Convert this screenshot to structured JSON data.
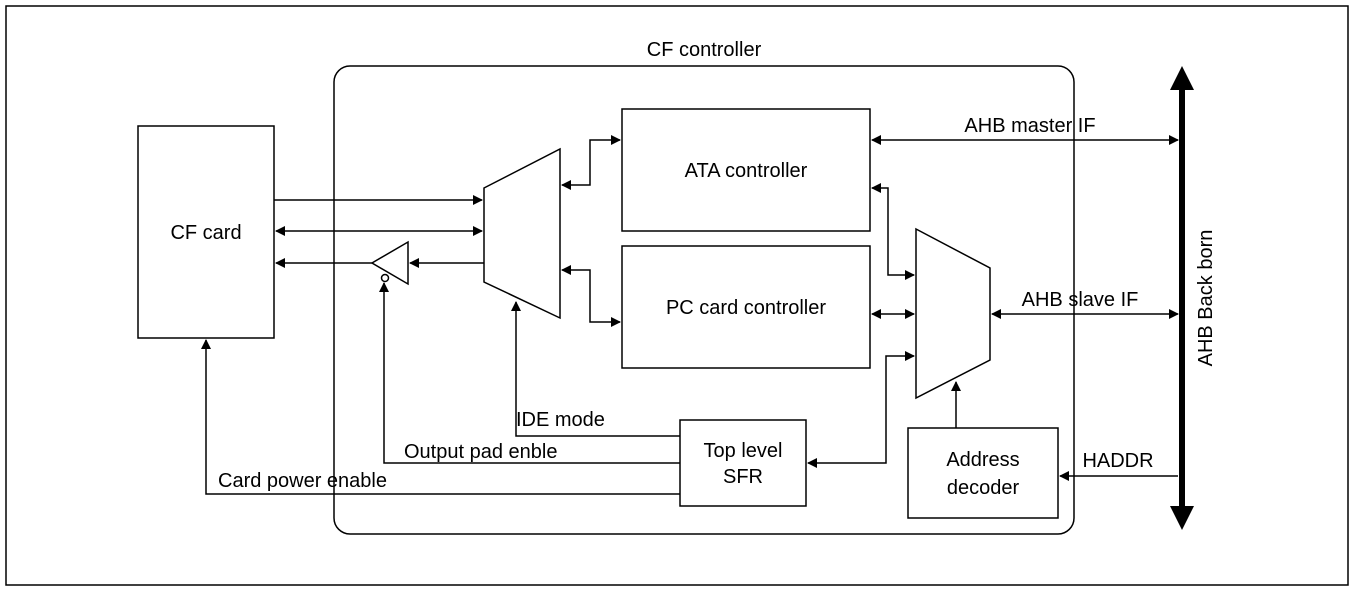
{
  "labels": {
    "cf_controller": "CF controller",
    "cf_card": "CF card",
    "ata_controller": "ATA controller",
    "pc_card_controller": "PC card controller",
    "top_level_sfr_line1": "Top level",
    "top_level_sfr_line2": "SFR",
    "address_decoder_line1": "Address",
    "address_decoder_line2": "decoder",
    "ahb_master_if": "AHB master IF",
    "ahb_slave_if": "AHB slave IF",
    "haddr": "HADDR",
    "ahb_backbone": "AHB Back born",
    "ide_mode": "IDE mode",
    "output_pad_enable": "Output pad enble",
    "card_power_enable": "Card power enable"
  }
}
